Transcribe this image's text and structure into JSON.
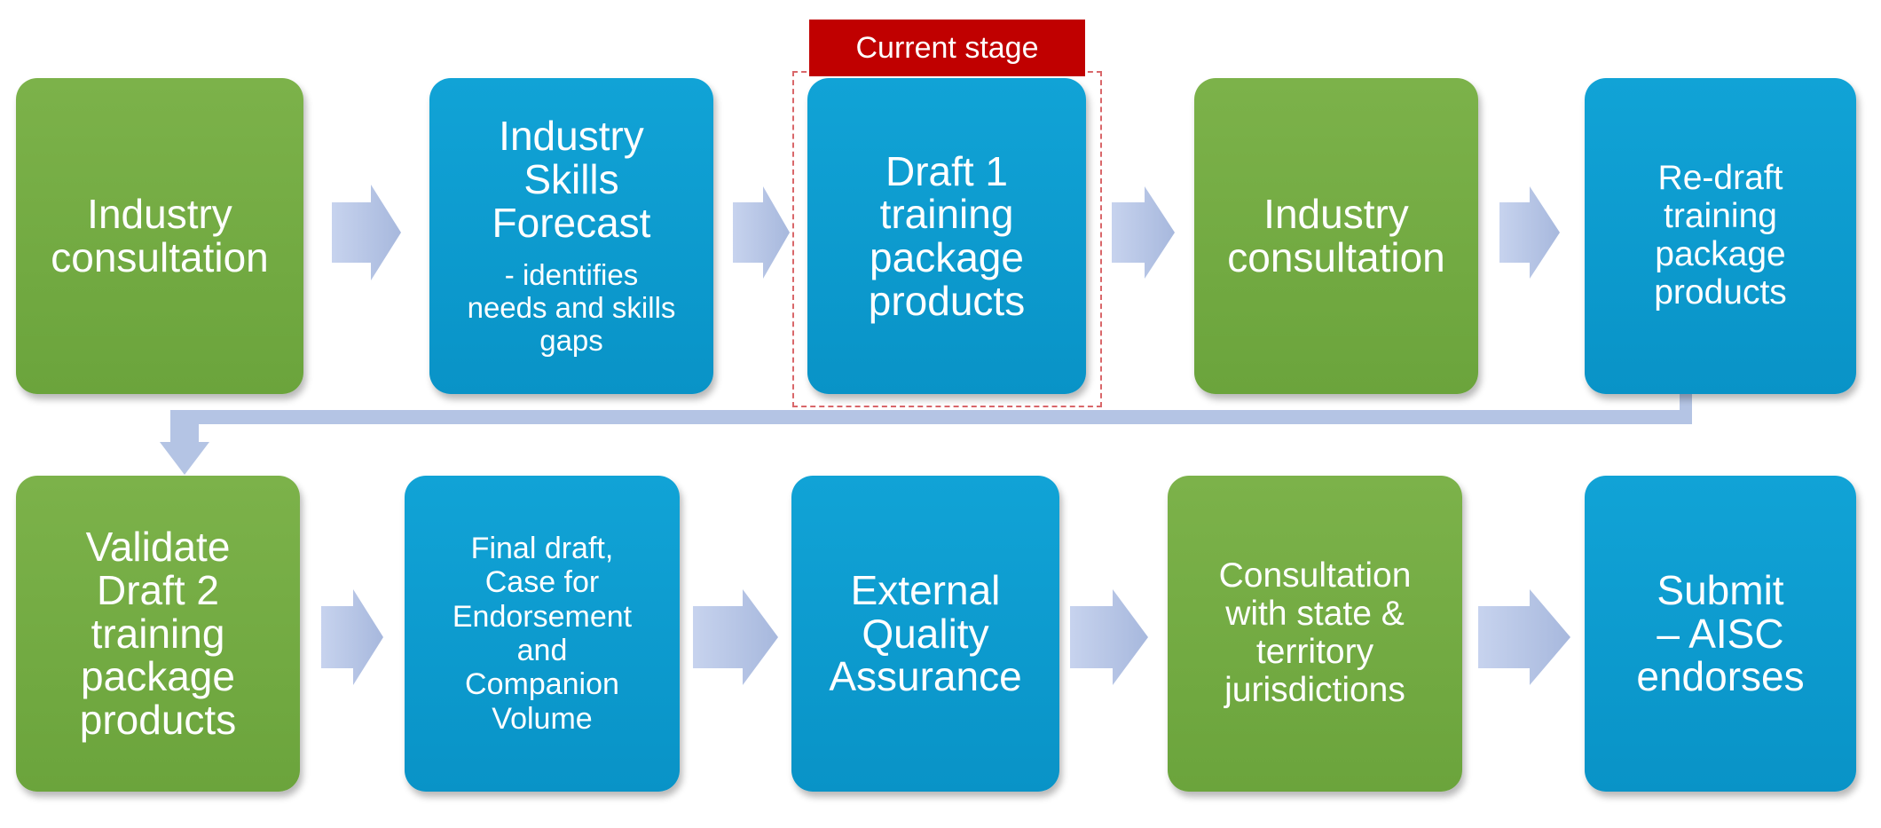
{
  "current_stage_label": "Current stage",
  "colors": {
    "green": "#6ba43c",
    "blue": "#0993c7",
    "arrow": "#b4c4e4",
    "current": "#c00000"
  },
  "steps": [
    {
      "title": "Industry\nconsultation",
      "color": "green"
    },
    {
      "title": "Industry\nSkills\nForecast",
      "subtitle": "- identifies\nneeds and skills\ngaps",
      "color": "blue"
    },
    {
      "title": "Draft 1\ntraining\npackage\nproducts",
      "color": "blue",
      "current": true
    },
    {
      "title": "Industry\nconsultation",
      "color": "green"
    },
    {
      "title": "Re-draft\ntraining\npackage\nproducts",
      "color": "blue"
    },
    {
      "title": "Validate\nDraft 2\ntraining\npackage\nproducts",
      "color": "green"
    },
    {
      "title": "Final draft,\nCase for\nEndorsement\nand\nCompanion\nVolume",
      "color": "blue"
    },
    {
      "title": "External\nQuality\nAssurance",
      "color": "blue"
    },
    {
      "title": "Consultation\nwith state &\nterritory\njurisdictions",
      "color": "green"
    },
    {
      "title": "Submit\n– AISC\nendorses",
      "color": "blue"
    }
  ]
}
